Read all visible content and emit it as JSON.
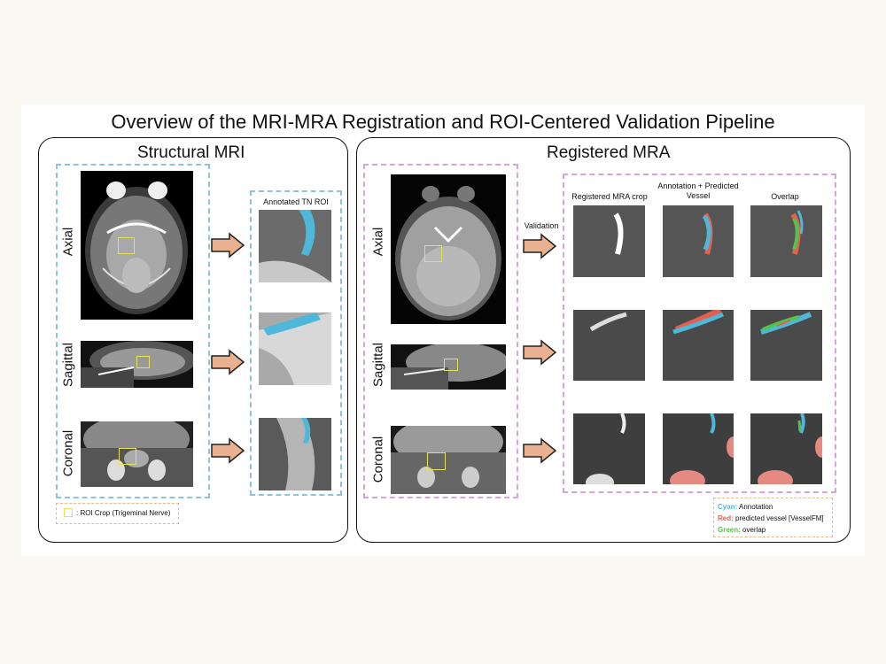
{
  "title": "Overview of the MRI-MRA Registration and ROI-Centered Validation Pipeline",
  "left_panel": {
    "title": "Structural MRI",
    "rows": [
      "Axial",
      "Sagittal",
      "Coronal"
    ],
    "roi_header": "Annotated TN ROI",
    "legend": ": ROI Crop (Trigeminal Nerve)"
  },
  "right_panel": {
    "title": "Registered MRA",
    "rows": [
      "Axial",
      "Sagittal",
      "Coronal"
    ],
    "validation_label": "Validation",
    "col1": "Registered MRA crop",
    "col2": "Annotation + Predicted Vessel",
    "col3": "Overlap",
    "legend": {
      "cyan_key": "Cyan:",
      "cyan_text": " Annotation",
      "red_key": "Red:",
      "red_text": " predicted vessel [VesselFM]",
      "green_key": "Green:",
      "green_text": " overlap"
    }
  },
  "colors": {
    "cyan": "#4fb8d9",
    "red": "#e2604f",
    "green": "#53c44a",
    "arrow": "#e9b190",
    "roi": "#e8e05a"
  }
}
